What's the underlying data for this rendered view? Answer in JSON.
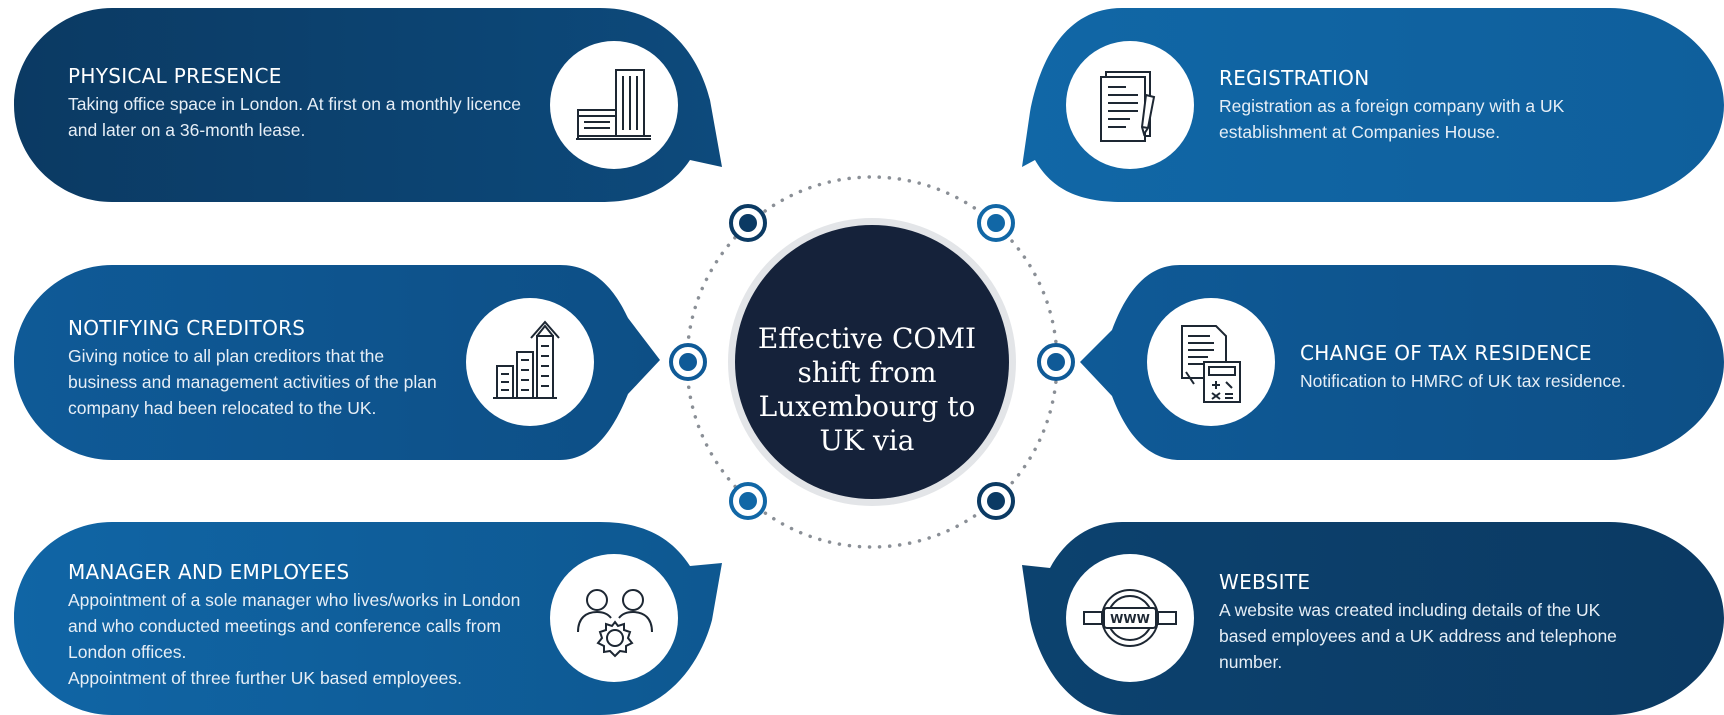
{
  "center": {
    "title": "Effective COMI shift from Luxembourg to UK via"
  },
  "cards": [
    {
      "id": "physical-presence",
      "title": "PHYSICAL PRESENCE",
      "description": "Taking office space in London. At first on a monthly licence and later on a 36-month lease.",
      "icon": "office-building-icon"
    },
    {
      "id": "notifying-creditors",
      "title": "NOTIFYING CREDITORS",
      "description": "Giving notice to all plan creditors that the business and management activities of the plan company had been relocated to the UK.",
      "icon": "buildings-arrow-up-icon"
    },
    {
      "id": "manager-and-employees",
      "title": "MANAGER AND EMPLOYEES",
      "description": "Appointment of a sole manager who lives/works in London and who conducted meetings and conference calls from London offices.\nAppointment of three further UK based employees.",
      "icon": "people-gear-icon"
    },
    {
      "id": "registration",
      "title": "REGISTRATION",
      "description": "Registration as a foreign company with a UK establishment at Companies House.",
      "icon": "document-pen-icon"
    },
    {
      "id": "change-of-tax-residence",
      "title": "CHANGE OF TAX RESIDENCE",
      "description": "Notification to HMRC of UK tax residence.",
      "icon": "document-calculator-icon"
    },
    {
      "id": "website",
      "title": "WEBSITE",
      "description": "A website was created including details of the UK based employees and a UK address and telephone number.",
      "icon": "globe-www-icon"
    }
  ],
  "colors": {
    "navy_dark": "#0b3a63",
    "blue_mid": "#0f5a97",
    "blue_light": "#1167a6",
    "center_fill": "#15223a",
    "center_ring": "#e3e5e8",
    "dot_gray": "#8a8f96"
  }
}
